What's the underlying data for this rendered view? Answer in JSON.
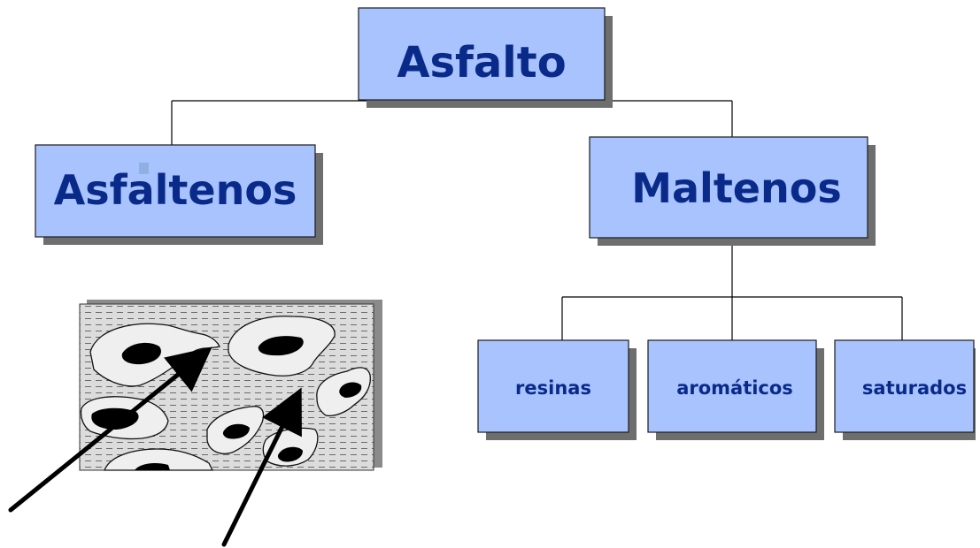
{
  "diagram": {
    "root": {
      "label": "Asfalto"
    },
    "children": [
      {
        "label": "Asfaltenos"
      },
      {
        "label": "Maltenos",
        "children": [
          {
            "label": "resinas"
          },
          {
            "label": "aromáticos"
          },
          {
            "label": "saturados"
          }
        ]
      }
    ]
  },
  "colors": {
    "box_fill": "#a9c3ff",
    "box_border": "#1a1a1a",
    "shadow": "#6e6e6e",
    "text": "#0a2a8a",
    "connector": "#000000",
    "micro_matrix": "#d9d9d9",
    "micro_particle": "#f2f2f2",
    "micro_core": "#000000"
  },
  "illustration": {
    "name": "asphaltene-micelle-microstructure",
    "arrows": 2
  }
}
